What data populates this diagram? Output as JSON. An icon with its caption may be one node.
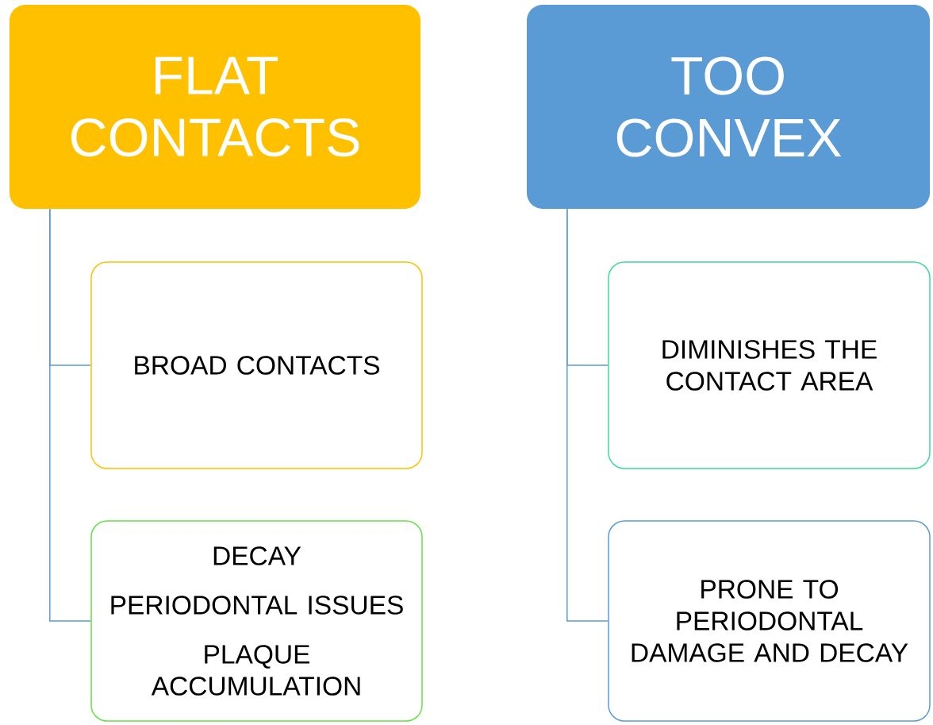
{
  "diagram": {
    "nodes": [
      {
        "text": [
          "FLAT CONTACTS"
        ]
      },
      {
        "text": [
          "BROAD CONTACTS"
        ]
      },
      {
        "text": [
          "DECAY",
          "PERIODONTAL ISSUES",
          "PLAQUE ACCUMULATION"
        ]
      },
      {
        "text": [
          "TOO CONVEX"
        ]
      },
      {
        "text": [
          "DIMINISHES THE CONTACT AREA"
        ]
      },
      {
        "text": [
          "PRONE TO PERIODONTAL DAMAGE AND DECAY"
        ]
      }
    ],
    "edges": [
      {
        "from": 0,
        "to": 1,
        "arrow": "none"
      },
      {
        "from": 0,
        "to": 2,
        "arrow": "none"
      },
      {
        "from": 3,
        "to": 4,
        "arrow": "none"
      },
      {
        "from": 3,
        "to": 5,
        "arrow": "none"
      }
    ]
  }
}
